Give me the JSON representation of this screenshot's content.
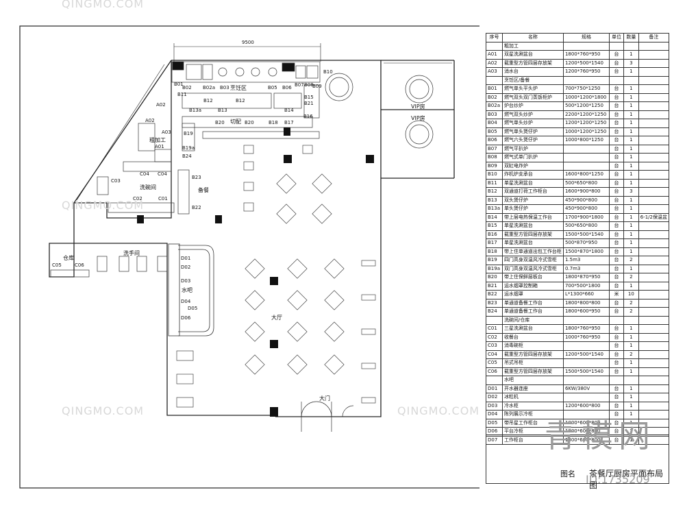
{
  "drawing": {
    "dimension": "9500",
    "areas": {
      "prep": "粗加工",
      "hot_kitchen": "烹饪区",
      "cutting": "切配",
      "dishwash": "洗碗间",
      "serving": "备餐",
      "storage": "仓库",
      "washroom": "洗手间",
      "bar": "水吧",
      "hall": "大厅",
      "door": "大门",
      "vip1": "VIP房",
      "vip2": "VIP房"
    },
    "codes": {
      "B01": "B01",
      "B02": "B02",
      "B02a": "B02a",
      "B03": "B03",
      "B05": "B05",
      "B06": "B06",
      "B07": "B07",
      "B08": "B08",
      "B09": "B09",
      "B10": "B10",
      "B11": "B11",
      "B12a": "B12",
      "B12b": "B12",
      "B13a": "B13a",
      "B13": "B13",
      "B14": "B14",
      "B15": "B15",
      "B21": "B21",
      "B16": "B16",
      "B20a": "B20",
      "B20b": "B20",
      "B18": "B18",
      "B17": "B17",
      "B19": "B19",
      "B19a": "B19a",
      "B24": "B24",
      "B23": "B23",
      "B22": "B22",
      "A01": "A01",
      "A02a": "A02",
      "A02b": "A02",
      "A03": "A03",
      "C01": "C01",
      "C02": "C02",
      "C03": "C03",
      "C04a": "C04",
      "C04b": "C04",
      "C05": "C05",
      "C06": "C06",
      "D01": "D01",
      "D02": "D02",
      "D03": "D03",
      "D04": "D04",
      "D05": "D05",
      "D06": "D06"
    }
  },
  "table": {
    "headers": [
      "序号",
      "名称",
      "规格",
      "单位",
      "数量",
      "备注"
    ],
    "rows": [
      [
        "",
        "粗加工",
        "",
        "",
        "",
        ""
      ],
      [
        "A01",
        "双星洗涮盆台",
        "1800*760*950",
        "台",
        "1",
        ""
      ],
      [
        "A02",
        "载重型方管四层存放架",
        "1200*500*1540",
        "台",
        "3",
        ""
      ],
      [
        "A03",
        "消水台",
        "1200*760*950",
        "台",
        "1",
        ""
      ],
      [
        "",
        "烹饪区/备餐",
        "",
        "",
        "",
        ""
      ],
      [
        "B01",
        "燃气单头平头炉",
        "700*750*1250",
        "台",
        "1",
        ""
      ],
      [
        "B02",
        "燃气双头双门蒸饭柜炉",
        "1000*1200*1800",
        "台",
        "1",
        ""
      ],
      [
        "B02a",
        "炉台炒炉",
        "500*1200*1250",
        "台",
        "1",
        ""
      ],
      [
        "B03",
        "燃气双头炒炉",
        "2200*1200*1250",
        "台",
        "1",
        ""
      ],
      [
        "B04",
        "燃气单头炒炉",
        "1200*1200*1250",
        "台",
        "1",
        ""
      ],
      [
        "B05",
        "燃气单头煲仔炉",
        "1000*1200*1250",
        "台",
        "1",
        ""
      ],
      [
        "B06",
        "燃气六头煲仔炉",
        "1000*800*1250",
        "台",
        "1",
        ""
      ],
      [
        "B07",
        "燃气平扒炉",
        "",
        "台",
        "1",
        ""
      ],
      [
        "B08",
        "燃气式单门扒炉",
        "",
        "台",
        "1",
        ""
      ],
      [
        "B09",
        "双缸电炸炉",
        "",
        "台",
        "1",
        ""
      ],
      [
        "B10",
        "炸机炉支承台",
        "1600*800*1250",
        "台",
        "1",
        ""
      ],
      [
        "B11",
        "单星洗涮盆台",
        "500*650*800",
        "台",
        "1",
        ""
      ],
      [
        "B12",
        "双通道打荷工作柜台",
        "1600*900*800",
        "台",
        "3",
        ""
      ],
      [
        "B13",
        "双头煲仔炉",
        "450*900*800",
        "台",
        "1",
        ""
      ],
      [
        "B13a",
        "单头煲仔炉",
        "450*900*800",
        "台",
        "1",
        ""
      ],
      [
        "B14",
        "带上层电热保温工作台",
        "1700*900*1800",
        "台",
        "1",
        "6-1/2保温盆"
      ],
      [
        "B15",
        "单星洗涮盆台",
        "500*650*800",
        "台",
        "1",
        ""
      ],
      [
        "B16",
        "载重型方管四层存放架",
        "1500*500*1540",
        "台",
        "1",
        ""
      ],
      [
        "B17",
        "单星洗涮盆台",
        "500*870*950",
        "台",
        "1",
        ""
      ],
      [
        "B18",
        "带上住单通道出包工作台柜",
        "1500*870*1800",
        "台",
        "1",
        ""
      ],
      [
        "B19",
        "四门高身双温风冷式雪柜",
        "1.5m3",
        "台",
        "2",
        ""
      ],
      [
        "B19a",
        "双门高身双温风冷式雪柜",
        "0.7m3",
        "台",
        "1",
        ""
      ],
      [
        "B20",
        "带上住保鲜层板台",
        "1800*870*950",
        "台",
        "2",
        ""
      ],
      [
        "B21",
        "运水烟罩控制箱",
        "700*500*1800",
        "台",
        "1",
        ""
      ],
      [
        "B22",
        "运水烟罩",
        "L*1300*660",
        "米",
        "10",
        ""
      ],
      [
        "B23",
        "单通道备餐工作台",
        "1800*800*800",
        "台",
        "2",
        ""
      ],
      [
        "B24",
        "单通道备餐工作台",
        "1800*600*950",
        "台",
        "2",
        ""
      ],
      [
        "",
        "洗碗间/仓库",
        "",
        "",
        "",
        ""
      ],
      [
        "C01",
        "三星洗涮盆台",
        "1800*760*950",
        "台",
        "1",
        ""
      ],
      [
        "C02",
        "收餐台",
        "1000*760*950",
        "台",
        "1",
        ""
      ],
      [
        "C03",
        "消毒碗柜",
        "",
        "台",
        "1",
        ""
      ],
      [
        "C04",
        "载重型方管四层存放架",
        "1200*500*1540",
        "台",
        "2",
        ""
      ],
      [
        "C05",
        "吊式吊柜",
        "",
        "台",
        "1",
        ""
      ],
      [
        "C06",
        "载重型方管四层存放架",
        "1500*500*1540",
        "台",
        "1",
        ""
      ],
      [
        "",
        "水吧",
        "",
        "",
        "",
        ""
      ],
      [
        "D01",
        "开水器连座",
        "6KW/380V",
        "台",
        "1",
        ""
      ],
      [
        "D02",
        "冰粒机",
        "",
        "台",
        "1",
        ""
      ],
      [
        "D03",
        "冷水柜",
        "1200*600*800",
        "台",
        "1",
        ""
      ],
      [
        "D04",
        "陈列展示冷柜",
        "",
        "台",
        "1",
        ""
      ],
      [
        "D05",
        "带吊星工作柜台",
        "1000*600*800",
        "台",
        "1",
        ""
      ],
      [
        "D06",
        "平台冷柜",
        "1800*600*800",
        "台",
        "1",
        ""
      ],
      [
        "D07",
        "工作柜台",
        "1800*600*800",
        "台",
        "1",
        ""
      ]
    ]
  },
  "title_block": {
    "label": "图名",
    "value": "茶餐厅厨房平面布局图"
  },
  "watermarks": {
    "site": "QINGMO.COM",
    "brand": "青模网",
    "id": "ID:1735209"
  }
}
